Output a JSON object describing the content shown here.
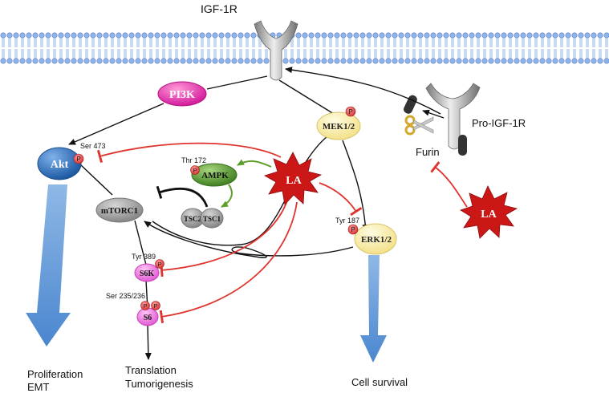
{
  "receptor": {
    "title": "IGF-1R",
    "pro_label": "Pro-IGF-1R"
  },
  "enzymes": {
    "furin": "Furin"
  },
  "nodes": {
    "pi3k": "PI3K",
    "akt": "Akt",
    "mek": "MEK1/2",
    "erk": "ERK1/2",
    "ampk": "AMPK",
    "mtorc1": "mTORC1",
    "tsc2": "TSC2",
    "tsc1": "TSC1",
    "s6k": "S6K",
    "s6": "S6",
    "la_main": "LA",
    "la_side": "LA"
  },
  "phospho": {
    "symbol": "P",
    "akt_site": "Ser 473",
    "ampk_site": "Thr 172",
    "erk_site": "Tyr 187",
    "s6k_site": "Tyr 389",
    "s6_site": "Ser 235/236"
  },
  "outcomes": {
    "akt_line1": "Proliferation",
    "akt_line2": "EMT",
    "s6_line1": "Translation",
    "s6_line2": "Tumorigenesis",
    "erk_line1": "Cell survival"
  },
  "colors": {
    "membrane_head": "#8fb4ea",
    "inhibition": "#e0342f",
    "activation_green": "#5e9e2a",
    "outcome_arrow": "#5e99d6",
    "pi3k": "#e83ab0",
    "akt": "#2a6eb8",
    "mek_erk": "#f8e79a",
    "ampk": "#5c9c36",
    "mtorc": "#9c9c9c",
    "s6": "#ec6ee0",
    "la_star": "#cc1717",
    "phospho": "#e84a4a"
  }
}
